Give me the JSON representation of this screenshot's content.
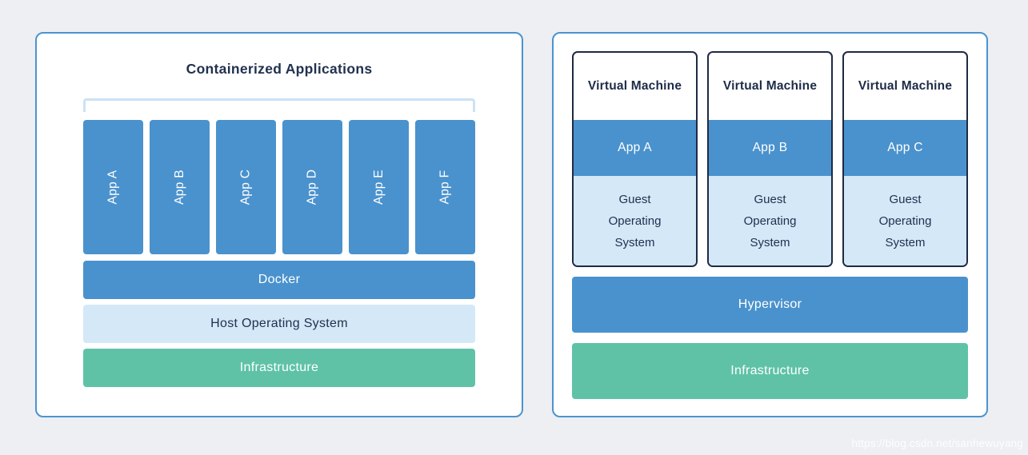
{
  "page": {
    "watermark": "https://blog.csdn.net/sanhewuyang"
  },
  "colors": {
    "page_bg": "#edeff2",
    "panel_border": "#4b94d0",
    "accent_blue": "#4a92cd",
    "light_blue": "#d4e8f8",
    "bracket_blue": "#cbe2f4",
    "green": "#5fc2a7",
    "navy_text": "#1e2b48",
    "vm_card_border": "#1f2a44"
  },
  "containers": {
    "title": "Containerized Applications",
    "apps": [
      "App A",
      "App B",
      "App C",
      "App D",
      "App E",
      "App F"
    ],
    "layers": [
      {
        "label": "Docker"
      },
      {
        "label": "Host Operating System"
      },
      {
        "label": "Infrastructure"
      }
    ]
  },
  "vms": {
    "machines": [
      {
        "title": "Virtual Machine",
        "app": "App A",
        "os": "Guest Operating System"
      },
      {
        "title": "Virtual Machine",
        "app": "App B",
        "os": "Guest Operating System"
      },
      {
        "title": "Virtual Machine",
        "app": "App C",
        "os": "Guest Operating System"
      }
    ],
    "layers": [
      {
        "label": "Hypervisor"
      },
      {
        "label": "Infrastructure"
      }
    ]
  }
}
